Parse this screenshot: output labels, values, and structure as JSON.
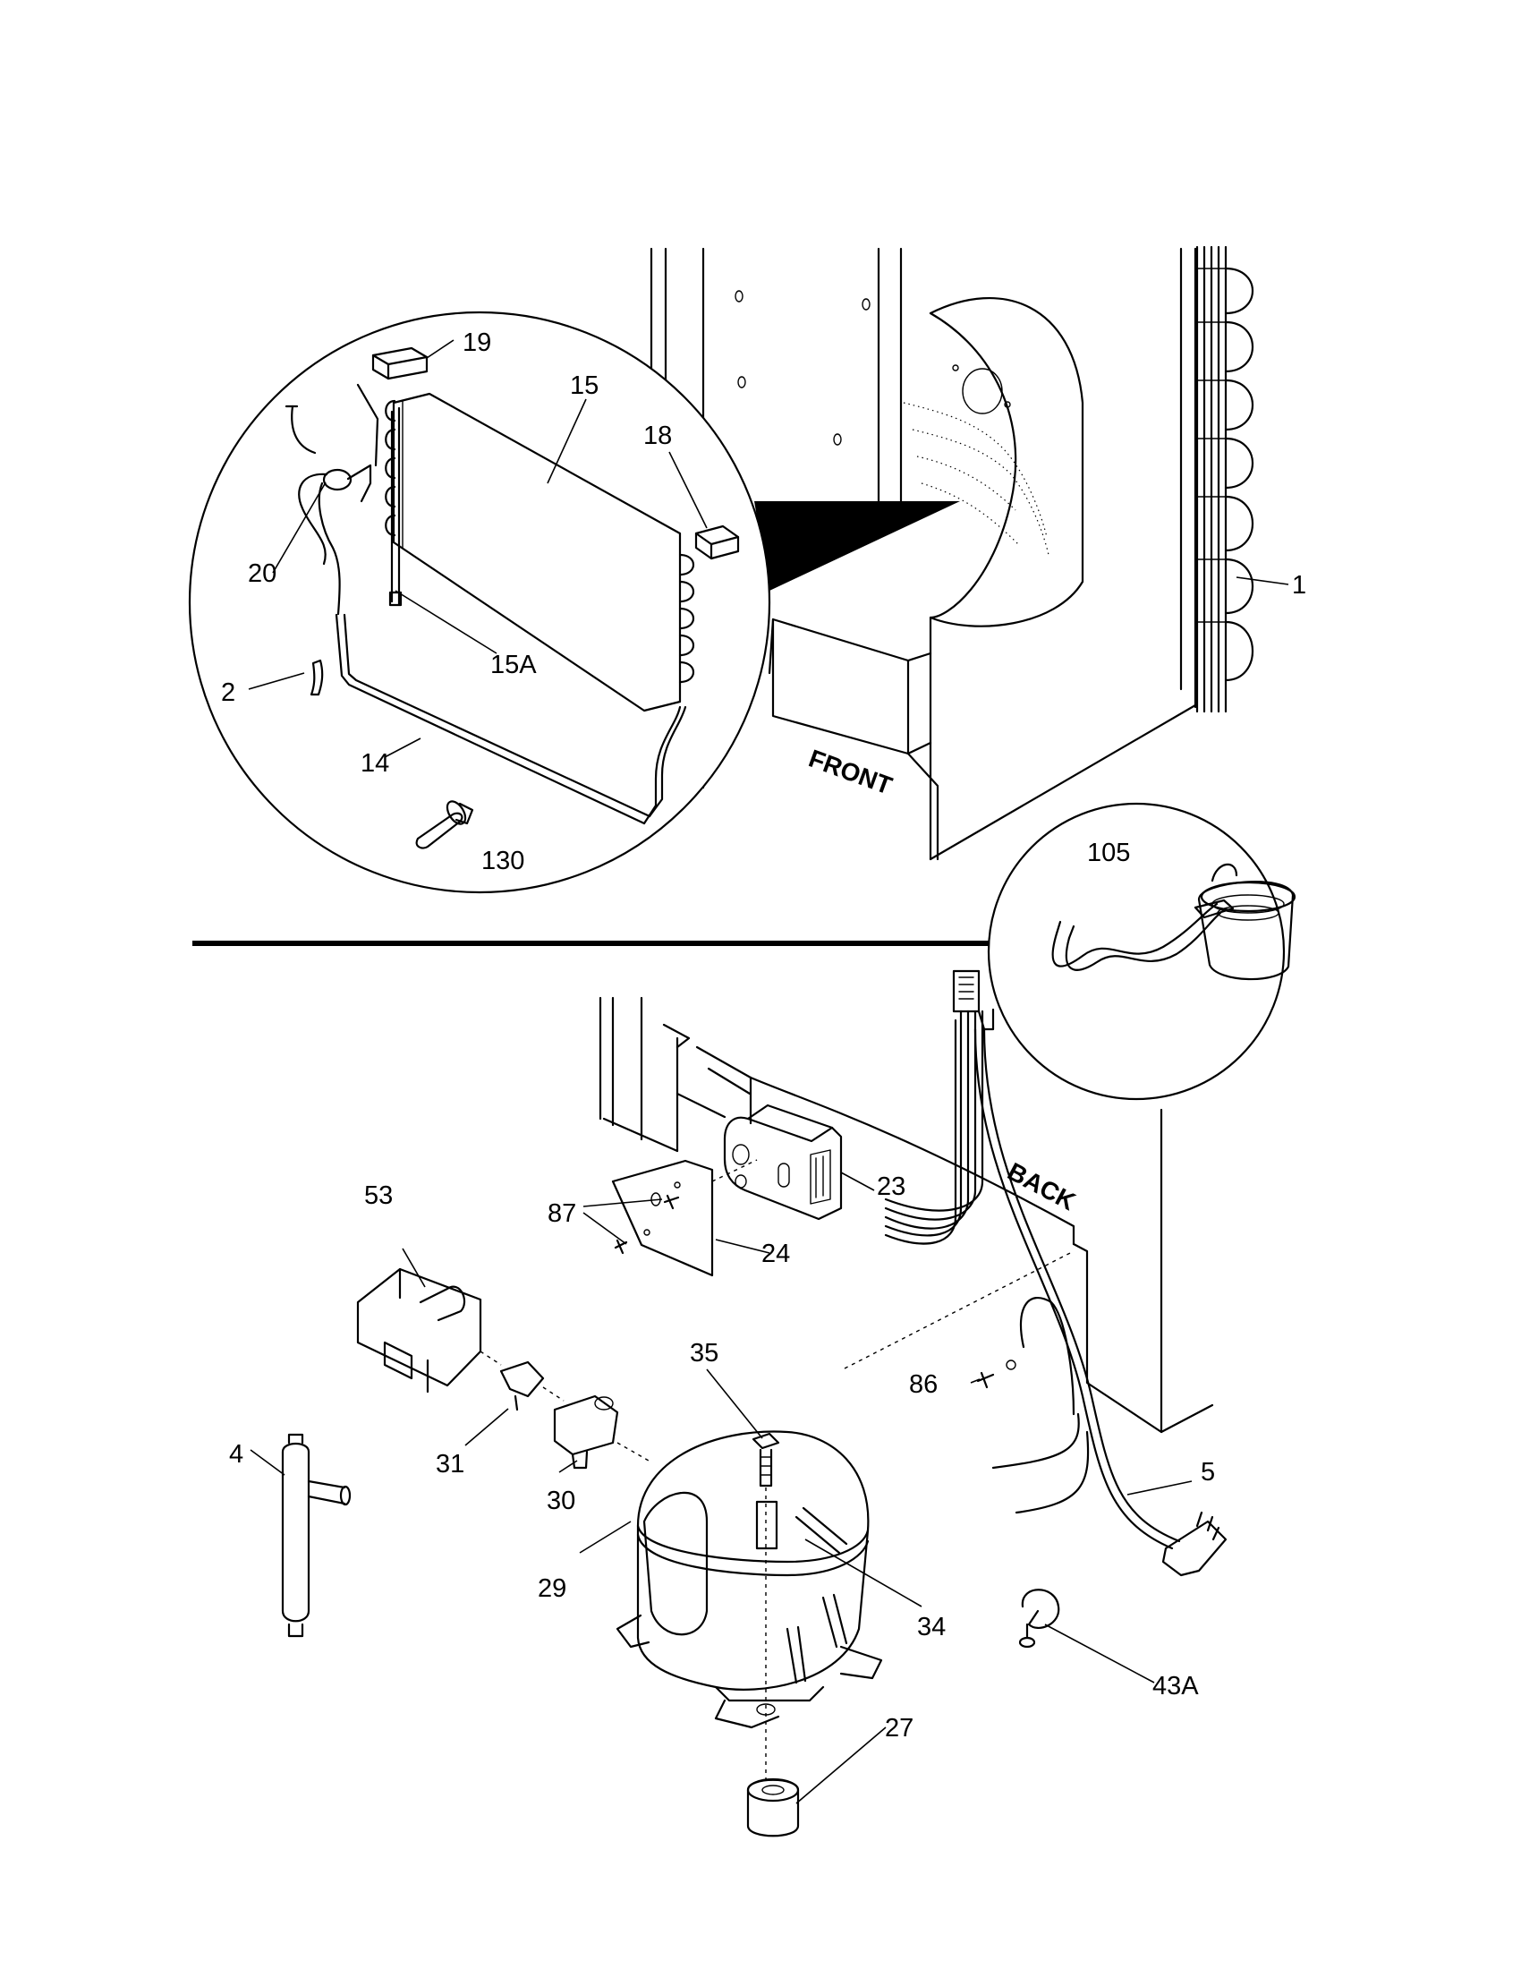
{
  "labels": {
    "p1": "1",
    "p2": "2",
    "p4": "4",
    "p5": "5",
    "p14": "14",
    "p15": "15",
    "p15a": "15A",
    "p18": "18",
    "p19": "19",
    "p20": "20",
    "p23": "23",
    "p24": "24",
    "p27": "27",
    "p29": "29",
    "p30": "30",
    "p31": "31",
    "p34": "34",
    "p35": "35",
    "p43a": "43A",
    "p53": "53",
    "p86": "86",
    "p87": "87",
    "p105": "105",
    "p130": "130"
  },
  "annotations": {
    "front": "FRONT",
    "back": "BACK"
  }
}
